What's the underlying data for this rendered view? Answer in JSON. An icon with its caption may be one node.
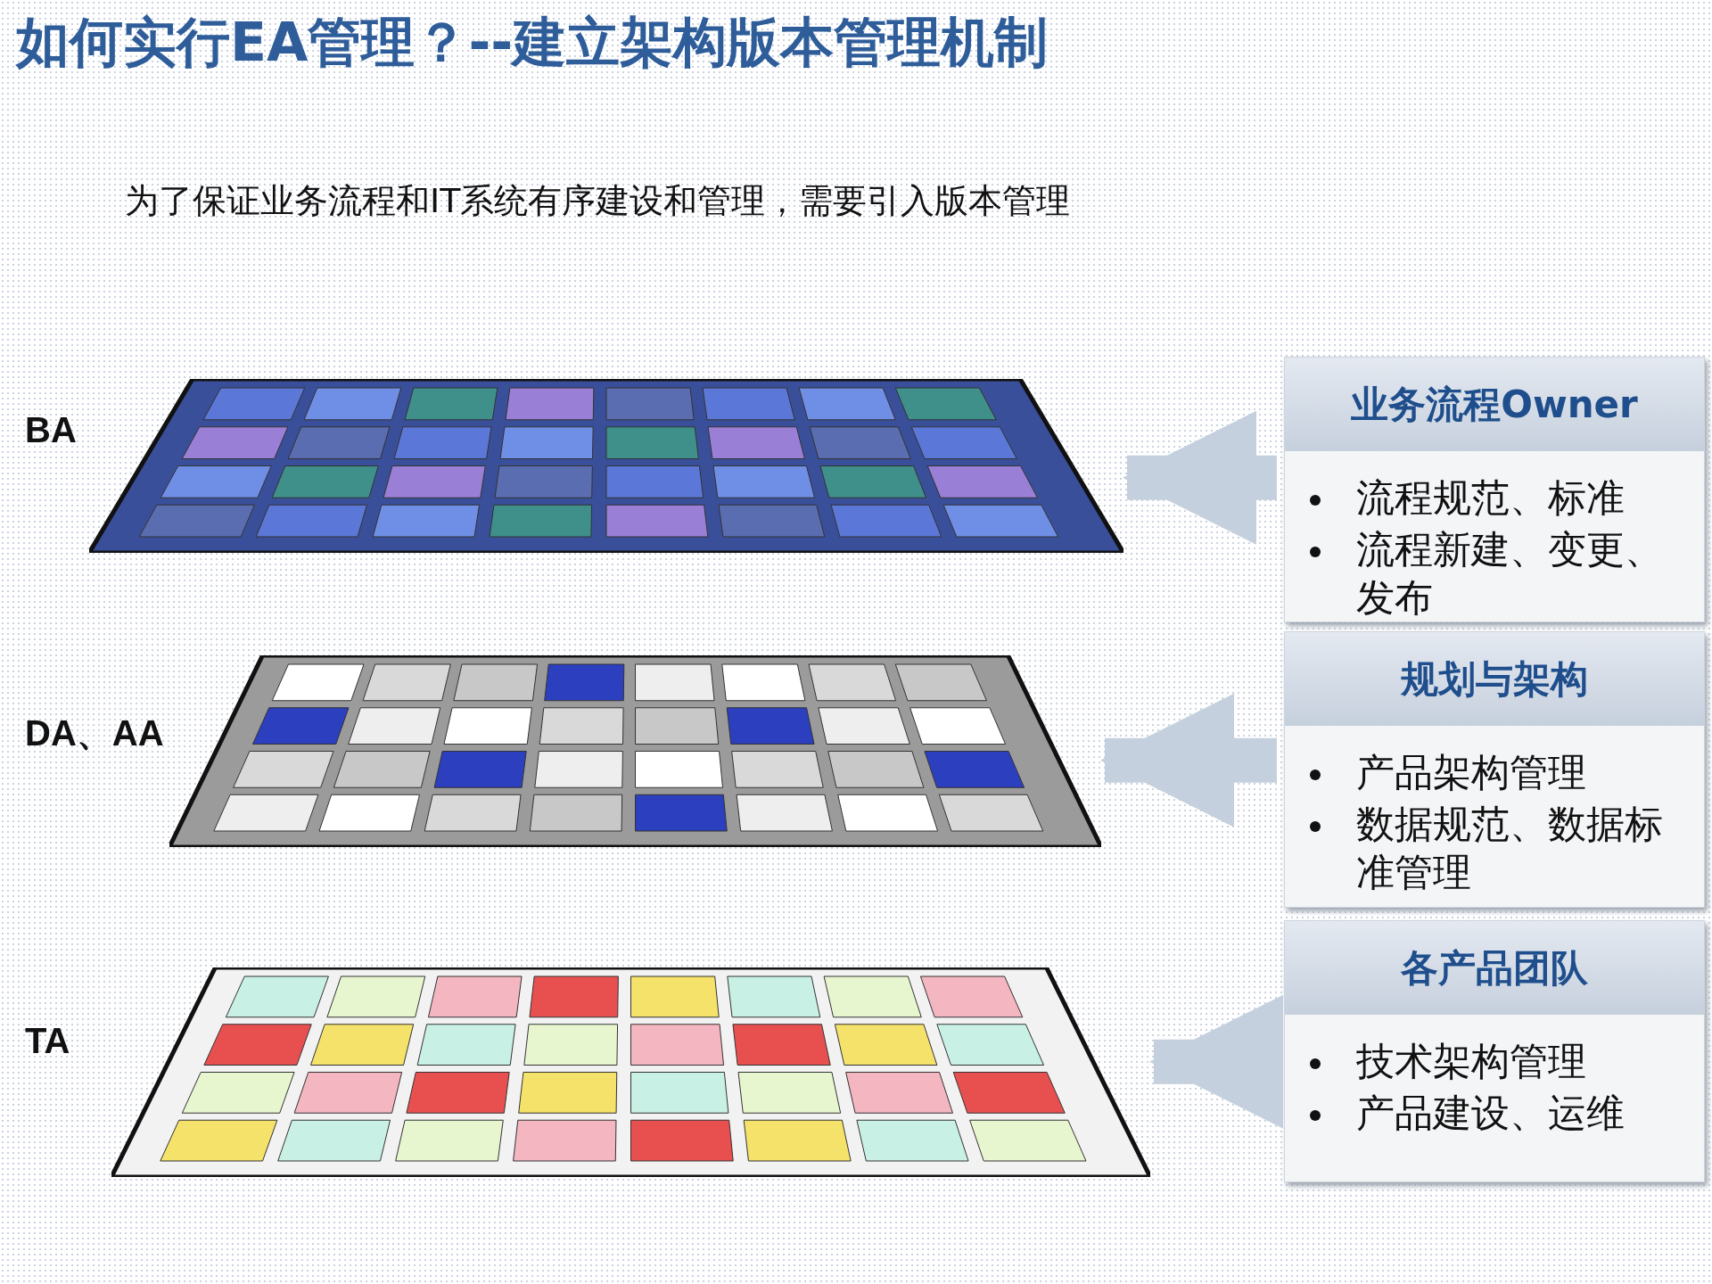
{
  "diagram": {
    "title": "如何实行EA管理？--建立架构版本管理机制",
    "nodes": [
      {
        "text": [],
        "shape": "picture",
        "beside": [
          "BA"
        ]
      },
      {
        "text": [],
        "shape": "picture",
        "beside": [
          "DA、AA"
        ]
      },
      {
        "text": [],
        "shape": "picture",
        "beside": [
          "TA"
        ]
      },
      {
        "text": [
          "业务流程Owner",
          "流程规范、标准",
          "流程新建、变更、发布"
        ]
      },
      {
        "text": [
          "规划与架构",
          "产品架构管理",
          "数据规范、数据标准管理"
        ]
      },
      {
        "text": [
          "各产品团队",
          "技术架构管理",
          "产品建设、运维"
        ]
      }
    ],
    "edges": [
      {
        "from": 3,
        "to": 0,
        "arrow": "to"
      },
      {
        "from": 4,
        "to": 1,
        "arrow": "to"
      },
      {
        "from": 5,
        "to": 2,
        "arrow": "to"
      }
    ],
    "labels": [
      "为了保证业务流程和IT系统有序建设和管理，需要引入版本管理"
    ]
  }
}
